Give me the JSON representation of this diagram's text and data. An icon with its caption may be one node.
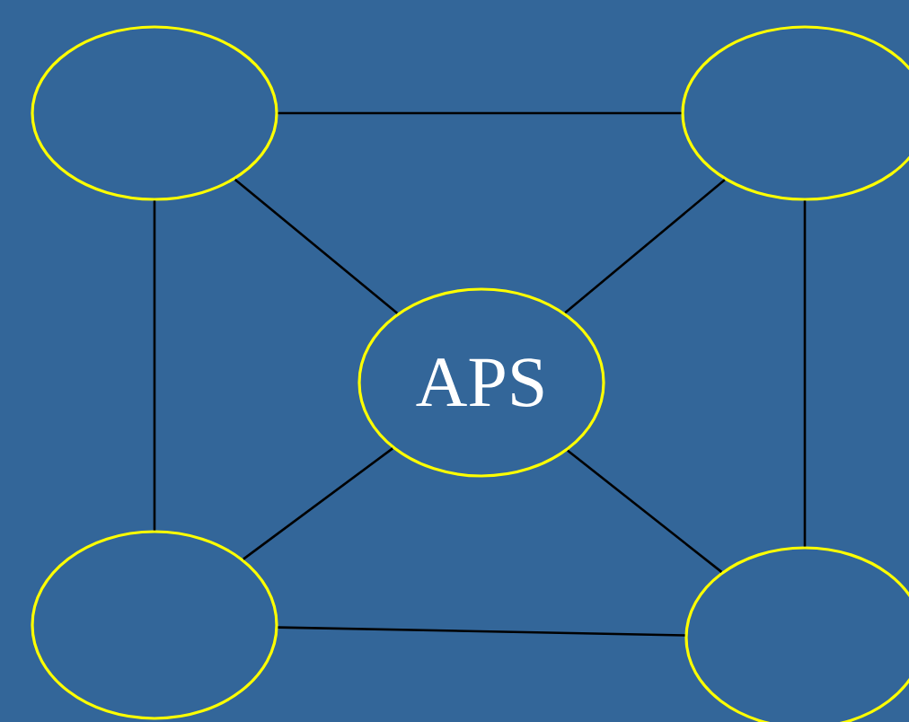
{
  "diagram": {
    "nodes": [
      {
        "text": [],
        "shape": "ellipse"
      },
      {
        "text": [],
        "shape": "ellipse"
      },
      {
        "text": [
          "APS"
        ]
      },
      {
        "text": [],
        "shape": "ellipse"
      },
      {
        "text": [],
        "shape": "ellipse"
      }
    ],
    "edges": [
      {
        "from": 0,
        "to": 1,
        "arrow": "none"
      },
      {
        "from": 0,
        "to": 2,
        "arrow": "none"
      },
      {
        "from": 1,
        "to": 2,
        "arrow": "none"
      },
      {
        "from": 0,
        "to": 3,
        "arrow": "none"
      },
      {
        "from": 1,
        "to": 4,
        "arrow": "none"
      },
      {
        "from": 3,
        "to": 2,
        "arrow": "none"
      },
      {
        "from": 4,
        "to": 2,
        "arrow": "none"
      },
      {
        "from": 3,
        "to": 4,
        "arrow": "none"
      }
    ]
  }
}
